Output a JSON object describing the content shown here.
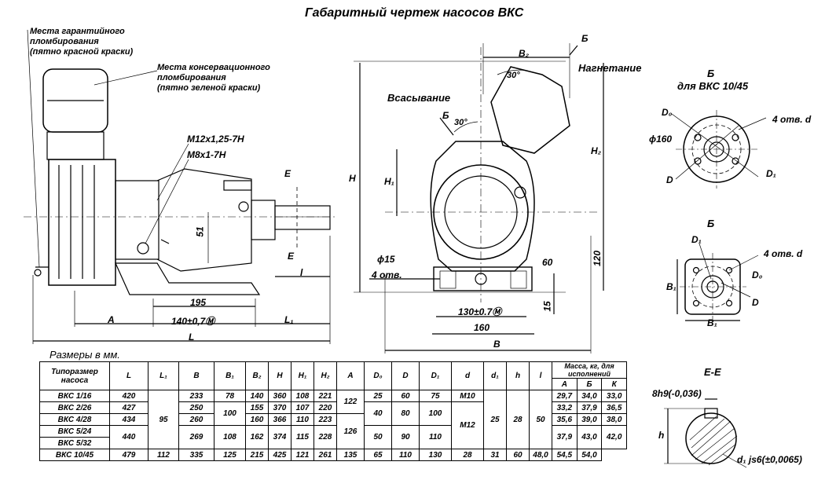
{
  "title": "Габаритный чертеж насосов  ВКС",
  "sizes_label": "Размеры в мм.",
  "callouts": {
    "warranty": [
      "Места гарантийного",
      "пломбирования",
      "(пятно красной краски)"
    ],
    "conservation": [
      "Места консервационного",
      "пломбирования",
      "(пятно зеленой краски)"
    ],
    "thread1": "M12x1,25-7H",
    "thread2": "M8x1-7H",
    "suction": "Всасывание",
    "discharge": "Нагнетание",
    "b_arrow": "Б",
    "view_b_header": "Б",
    "view_b_sub": "для  ВКС 10/45",
    "view_b2": "Б",
    "section_ee": "Е-Е",
    "section_mark": "Е",
    "holes_4d": "4 отв. d",
    "holes_4d_2": "4 отв. d",
    "holes_4otv": "4 отв.",
    "phi15": "ϕ15",
    "phi160": "ϕ160",
    "angle30a": "30°",
    "angle30b": "30°",
    "key_fit": "8h9(-0,036)",
    "shaft_fit": "d₁ js6(±0,0065)"
  },
  "dimensions": {
    "A": "A",
    "L": "L",
    "L1": "L₁",
    "l": "l",
    "d195": "195",
    "d140": "140±0,7Ⓜ",
    "d51": "51",
    "B": "B",
    "B2": "B₂",
    "H": "H",
    "H1": "H₁",
    "H2": "H₂",
    "d120": "120",
    "d60": "60",
    "d15": "15",
    "d130": "130±0.7Ⓜ",
    "d160": "160",
    "D0": "D₀",
    "D": "D",
    "D1": "D₁",
    "B1": "B₁",
    "h": "h"
  },
  "table": {
    "headers": [
      "Типоразмер насоса",
      "L",
      "L₁",
      "B",
      "B₁",
      "B₂",
      "H",
      "H₁",
      "H₂",
      "A",
      "D₀",
      "D",
      "D₁",
      "d",
      "d₁",
      "h",
      "l"
    ],
    "mass_header": "Масса, кг, для исполнений",
    "mass_sub": [
      "А",
      "Б",
      "К"
    ],
    "rows": [
      {
        "name": "ВКС 1/16",
        "L": "420",
        "B": "233",
        "B1": "78",
        "B2": "140",
        "H": "360",
        "H1": "108",
        "H2": "221",
        "D0": "25",
        "D": "60",
        "D1": "75",
        "d": "M10",
        "m": [
          "29,7",
          "34,0",
          "33,0"
        ]
      },
      {
        "name": "ВКС 2/26",
        "L": "427",
        "B": "250",
        "B2": "155",
        "H": "370",
        "H1": "107",
        "H2": "220",
        "m": [
          "33,2",
          "37,9",
          "36,5"
        ]
      },
      {
        "name": "ВКС 4/28",
        "L": "434",
        "B": "260",
        "B2": "160",
        "H": "366",
        "H1": "110",
        "H2": "223",
        "m": [
          "35,6",
          "39,0",
          "38,0"
        ]
      },
      {
        "name": "ВКС 5/24",
        "m": [
          "37,9",
          "43,0",
          "42,0"
        ]
      },
      {
        "name": "ВКС 5/32"
      },
      {
        "name": "ВКС 10/45",
        "L": "479",
        "L1": "112",
        "B": "335",
        "B1": "125",
        "B2": "215",
        "H": "425",
        "H1": "121",
        "H2": "261",
        "A": "135",
        "D0": "65",
        "D": "110",
        "D1": "130",
        "d1": "28",
        "h": "31",
        "l": "60",
        "m": [
          "48,0",
          "54,5",
          "54,0"
        ]
      }
    ],
    "merged": {
      "L1_mid": "95",
      "B1_mid": "100",
      "A_122": "122",
      "D0_40": "40",
      "D_80": "80",
      "D1_100": "100",
      "L_440": "440",
      "B_269": "269",
      "B1_108": "108",
      "B2_162": "162",
      "H_374": "374",
      "H1_115": "115",
      "H2_228": "228",
      "A_126": "126",
      "D0_50": "50",
      "D_90": "90",
      "D1_110": "110",
      "d_M12": "M12",
      "d1_25": "25",
      "h_28": "28",
      "l_50": "50"
    }
  }
}
